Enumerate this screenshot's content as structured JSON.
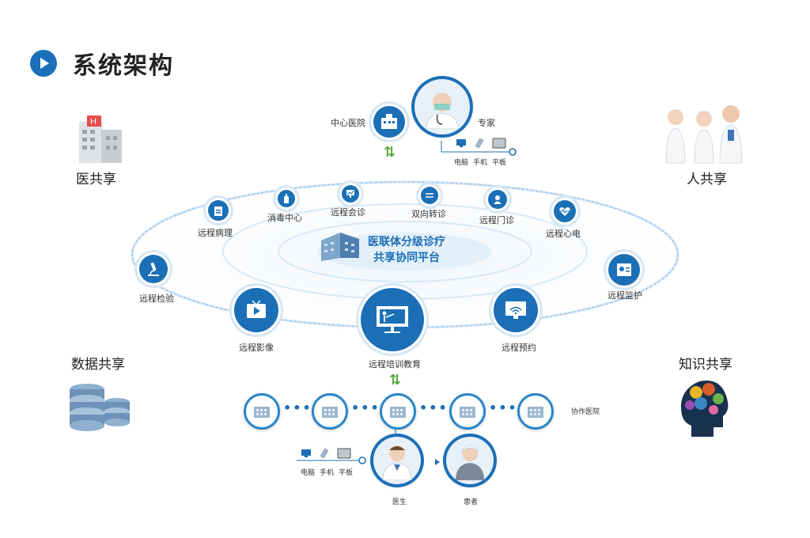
{
  "title": "系统架构",
  "corners": {
    "medical_share": "医共享",
    "people_share": "人共享",
    "data_share": "数据共享",
    "knowledge_share": "知识共享"
  },
  "top": {
    "central_hospital": "中心医院",
    "expert": "专家",
    "devices": [
      "电脑",
      "手机",
      "平板"
    ]
  },
  "platform": {
    "line1": "医联体分级诊疗",
    "line2": "共享协同平台"
  },
  "services": {
    "pathology": "远程病理",
    "disinfection": "消毒中心",
    "consultation": "远程会诊",
    "referral": "双向转诊",
    "outpatient": "远程门诊",
    "ecg": "远程心电",
    "lab": "远程检验",
    "monitoring": "远程监护",
    "imaging": "远程影像",
    "training": "远程培训教育",
    "appointment": "远程预约"
  },
  "bottom": {
    "partner_hospital": "协作医院",
    "doctor": "医生",
    "patient": "患者",
    "devices": [
      "电脑",
      "手机",
      "平板"
    ]
  },
  "colors": {
    "primary": "#1b6fb6",
    "ring": "#cfe2f3",
    "arrow": "#5aa83c"
  }
}
